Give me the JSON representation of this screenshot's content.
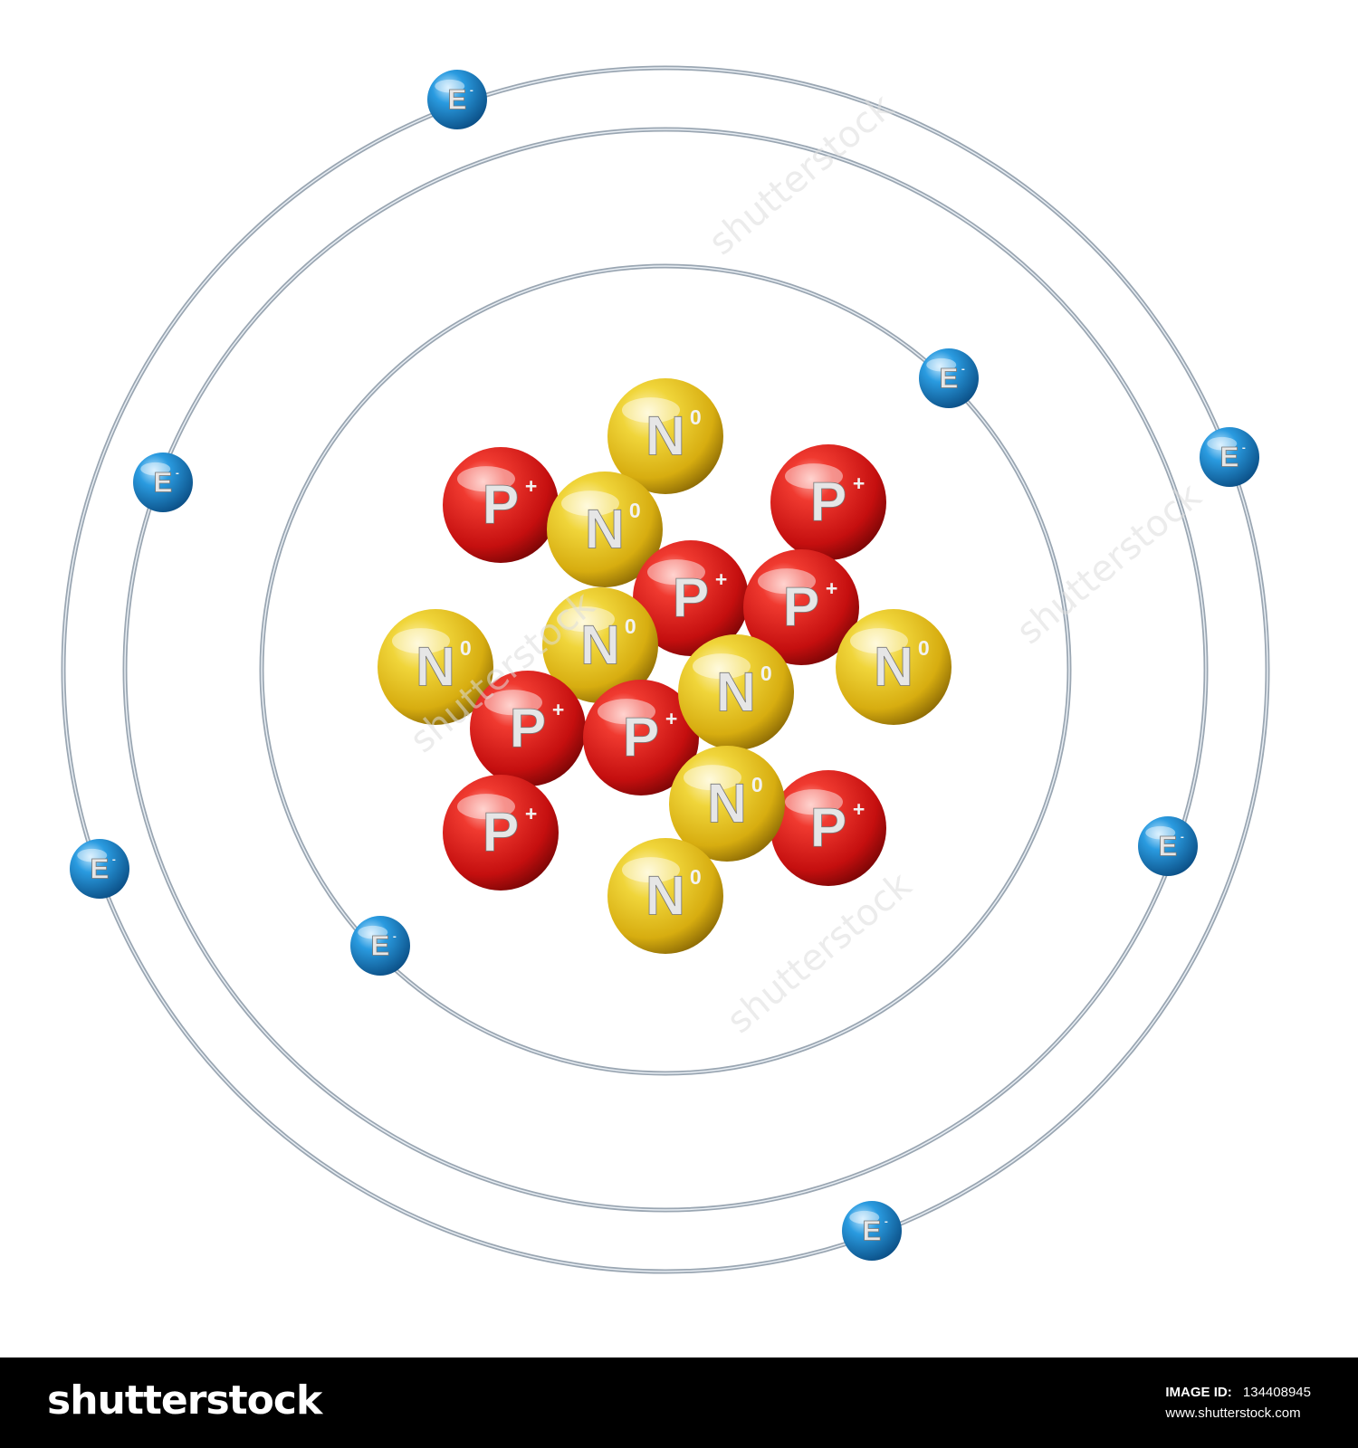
{
  "diagram": {
    "orbits": [
      {
        "label": "inner-orbit"
      },
      {
        "label": "middle-orbit"
      },
      {
        "label": "outer-orbit"
      }
    ],
    "electrons": [
      {
        "letter": "E",
        "charge": "-"
      },
      {
        "letter": "E",
        "charge": "-"
      },
      {
        "letter": "E",
        "charge": "-"
      },
      {
        "letter": "E",
        "charge": "-"
      },
      {
        "letter": "E",
        "charge": "-"
      },
      {
        "letter": "E",
        "charge": "-"
      },
      {
        "letter": "E",
        "charge": "-"
      },
      {
        "letter": "E",
        "charge": "-"
      }
    ],
    "nucleons": [
      {
        "type": "neutron",
        "letter": "N",
        "charge": "0"
      },
      {
        "type": "proton",
        "letter": "P",
        "charge": "+"
      },
      {
        "type": "proton",
        "letter": "P",
        "charge": "+"
      },
      {
        "type": "neutron",
        "letter": "N",
        "charge": "0"
      },
      {
        "type": "proton",
        "letter": "P",
        "charge": "+"
      },
      {
        "type": "proton",
        "letter": "P",
        "charge": "+"
      },
      {
        "type": "neutron",
        "letter": "N",
        "charge": "0"
      },
      {
        "type": "neutron",
        "letter": "N",
        "charge": "0"
      },
      {
        "type": "neutron",
        "letter": "N",
        "charge": "0"
      },
      {
        "type": "proton",
        "letter": "P",
        "charge": "+"
      },
      {
        "type": "proton",
        "letter": "P",
        "charge": "+"
      },
      {
        "type": "proton",
        "letter": "P",
        "charge": "+"
      },
      {
        "type": "neutron",
        "letter": "N",
        "charge": "0"
      },
      {
        "type": "proton",
        "letter": "P",
        "charge": "+"
      },
      {
        "type": "neutron",
        "letter": "N",
        "charge": "0"
      },
      {
        "type": "neutron",
        "letter": "N",
        "charge": "0"
      }
    ],
    "colors": {
      "proton": "#d61414",
      "neutron": "#e3c21a",
      "electron": "#1a86d0",
      "orbit": "#9aa6b2"
    }
  },
  "watermark": {
    "text": "shutterstock"
  },
  "footer": {
    "logo": "shutterstock",
    "image_id_label": "IMAGE ID:",
    "image_id": "134408945",
    "site": "www.shutterstock.com"
  }
}
